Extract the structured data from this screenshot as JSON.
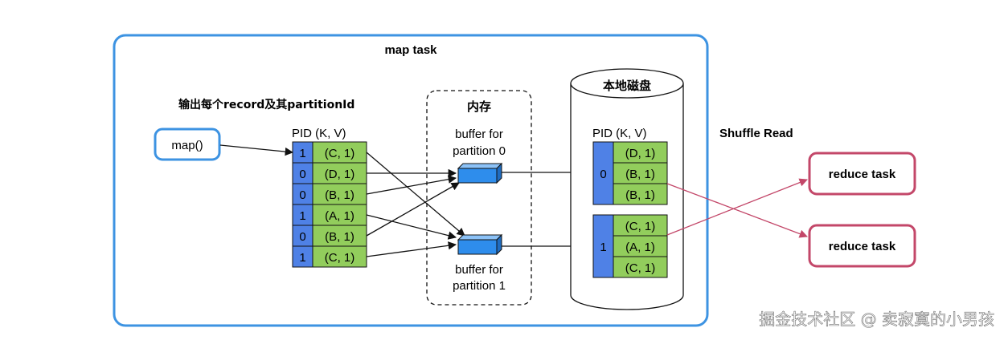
{
  "map_task": {
    "title": "map task",
    "output_heading": "输出每个record及其partitionId",
    "map_button": "map()",
    "table_header": "PID  (K, V)",
    "records": [
      {
        "pid": "1",
        "kv": "(C, 1)"
      },
      {
        "pid": "0",
        "kv": "(D, 1)"
      },
      {
        "pid": "0",
        "kv": "(B, 1)"
      },
      {
        "pid": "1",
        "kv": "(A, 1)"
      },
      {
        "pid": "0",
        "kv": "(B, 1)"
      },
      {
        "pid": "1",
        "kv": "(C, 1)"
      }
    ]
  },
  "memory": {
    "title": "内存",
    "buffer0_label_1": "buffer for",
    "buffer0_label_2": "partition 0",
    "buffer1_label_1": "buffer for",
    "buffer1_label_2": "partition 1"
  },
  "disk": {
    "title": "本地磁盘",
    "table_header": "PID  (K, V)",
    "partitions": [
      {
        "pid": "0",
        "records": [
          "(D, 1)",
          "(B, 1)",
          "(B, 1)"
        ]
      },
      {
        "pid": "1",
        "records": [
          "(C, 1)",
          "(A, 1)",
          "(C, 1)"
        ]
      }
    ]
  },
  "shuffle": {
    "title": "Shuffle Read",
    "reduce1": "reduce task",
    "reduce2": "reduce task"
  },
  "watermark": "掘金技术社区 @ 卖寂寞的小男孩",
  "colors": {
    "frame_blue": "#3d93e2",
    "pid_blue": "#4f81e6",
    "kv_green": "#92cd5c",
    "buffer_blue": "#2e8dec",
    "reduce_pink": "#c34769"
  }
}
